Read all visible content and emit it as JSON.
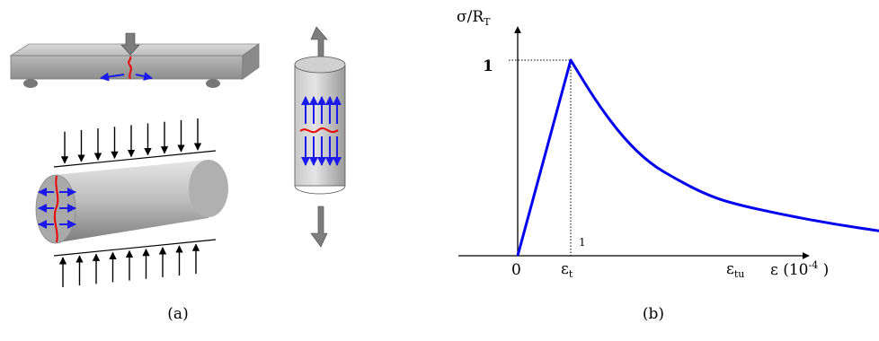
{
  "captions": {
    "a": "(a)",
    "b": "(b)"
  },
  "graph": {
    "y_axis_label": {
      "main": "σ/R",
      "sub": "T"
    },
    "y_tick_one": "1",
    "origin_label": "0",
    "eps_t": {
      "main": "ε",
      "sub": "t"
    },
    "eps_tu": {
      "main": "ε",
      "sub": "tu"
    },
    "x_axis_label": {
      "main": "ε (10",
      "sup": "-4",
      "end": " )"
    },
    "small_tick_one": "1",
    "curve_color": "#0000ee"
  },
  "colors": {
    "crack": "#ee0000",
    "stress_arrow": "#1a1aee",
    "load_arrow": "#000000",
    "specimen_gray": "#b4b4b4"
  },
  "chart_data": {
    "type": "line",
    "title": "",
    "xlabel": "ε (10-4 )",
    "ylabel": "σ/RT",
    "x_tick_labels": [
      "0",
      "εt",
      "εtu"
    ],
    "y_tick_labels": [
      "1"
    ],
    "series": [
      {
        "x": [
          0,
          1,
          1.5,
          2,
          2.5,
          3,
          3.5,
          4,
          5,
          6,
          7.0
        ],
        "y": [
          0,
          1,
          0.78,
          0.6,
          0.47,
          0.39,
          0.32,
          0.27,
          0.21,
          0.16,
          0.12
        ]
      }
    ],
    "grid": false
  }
}
